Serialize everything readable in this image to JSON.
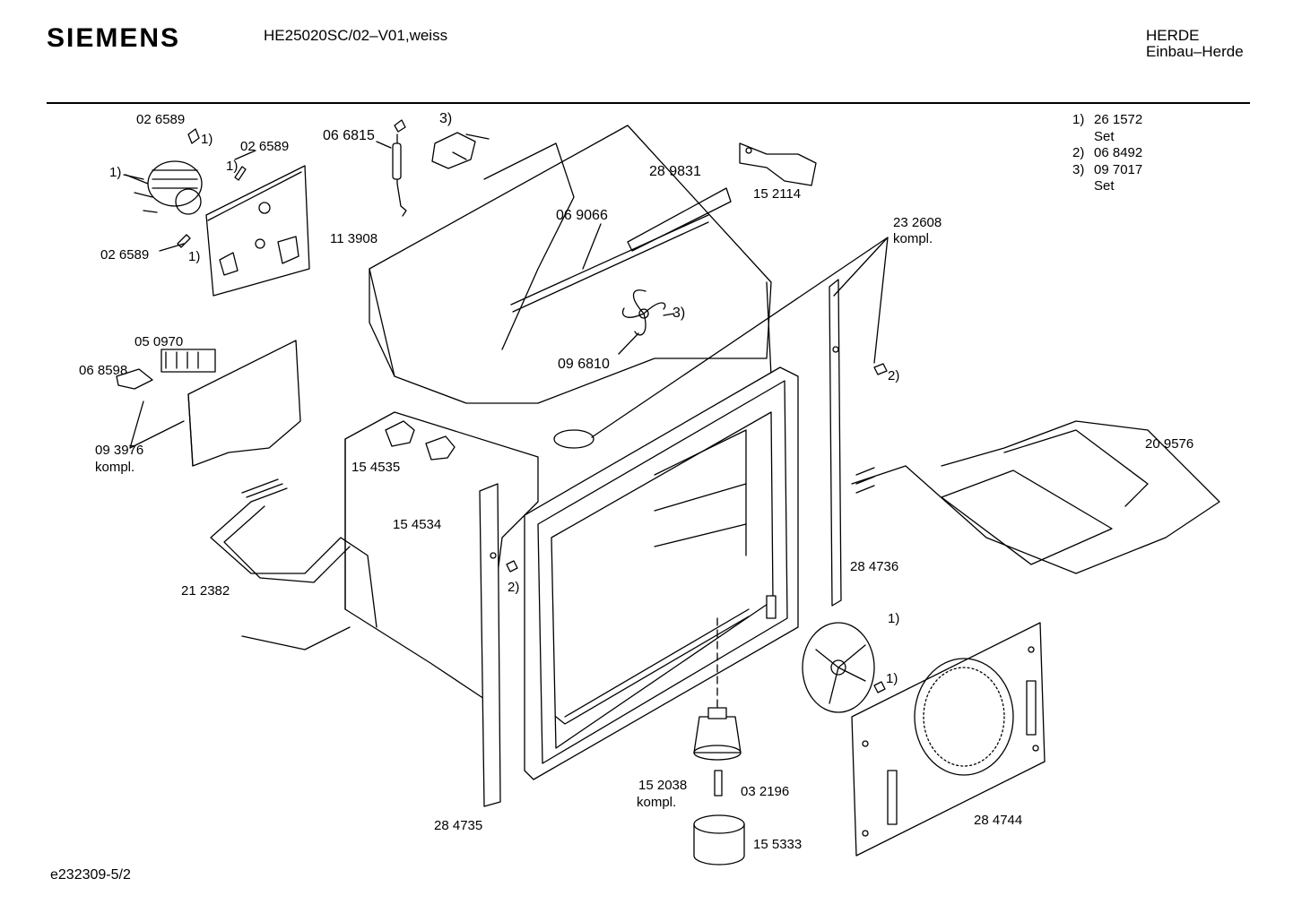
{
  "header": {
    "brand": "SIEMENS",
    "model": "HE25020SC/02–V01,weiss",
    "category": "HERDE",
    "subcategory": "Einbau–Herde"
  },
  "notes": [
    {
      "num": "1)",
      "code": "26 1572",
      "suffix": "Set"
    },
    {
      "num": "2)",
      "code": "06 8492",
      "suffix": ""
    },
    {
      "num": "3)",
      "code": "09 7017",
      "suffix": "Set"
    }
  ],
  "labels": {
    "p026589_a": "02 6589",
    "p026589_b": "02 6589",
    "p026589_c": "02 6589",
    "note1_a": "1)",
    "note1_b": "1)",
    "note1_c": "1)",
    "note1_d": "1)",
    "p066815": "06 6815",
    "note3_a": "3)",
    "p289831": "28 9831",
    "p152114": "15 2114",
    "p069066": "06 9066",
    "p113908": "11 3908",
    "p232608": "23 2608",
    "p232608_k": "kompl.",
    "note3_b": "3)",
    "p096810": "09 6810",
    "note2_a": "2)",
    "p050970": "05 0970",
    "p068598": "06 8598",
    "p093976": "09 3976",
    "p093976_k": "kompl.",
    "p154535": "15 4535",
    "p154534": "15 4534",
    "p209576": "20 9576",
    "p212382": "21 2382",
    "note2_b": "2)",
    "p284736": "28 4736",
    "note1_e": "1)",
    "note1_f": "1)",
    "p152038": "15 2038",
    "p152038_k": "kompl.",
    "p032196": "03 2196",
    "p284735": "28 4735",
    "p284744": "28 4744",
    "p155333": "15 5333"
  },
  "footer": {
    "doc_id": "e232309-5/2"
  }
}
